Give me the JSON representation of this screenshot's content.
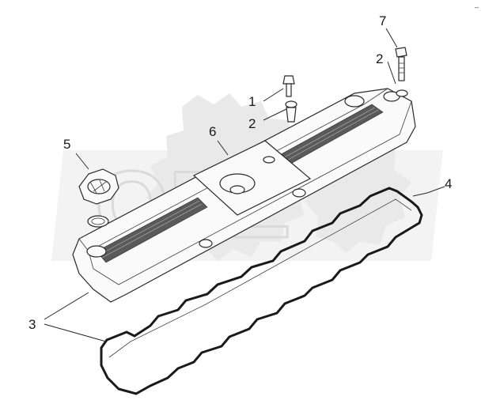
{
  "diagram": {
    "watermark_text": "OEZ",
    "corner_mark": "–",
    "callouts": [
      {
        "id": "c1",
        "label": "1"
      },
      {
        "id": "c2a",
        "label": "2"
      },
      {
        "id": "c2b",
        "label": "2"
      },
      {
        "id": "c3",
        "label": "3"
      },
      {
        "id": "c4",
        "label": "4"
      },
      {
        "id": "c5",
        "label": "5"
      },
      {
        "id": "c6",
        "label": "6"
      },
      {
        "id": "c7",
        "label": "7"
      }
    ],
    "parts": [
      {
        "number": "1",
        "icon": "bolt-icon"
      },
      {
        "number": "2",
        "icon": "washer-icon"
      },
      {
        "number": "3",
        "icon": "gasket-seal-icon"
      },
      {
        "number": "4",
        "icon": "gasket-icon"
      },
      {
        "number": "5",
        "icon": "oil-filler-cap-icon"
      },
      {
        "number": "6",
        "icon": "valve-cover-icon"
      },
      {
        "number": "7",
        "icon": "stud-bolt-icon"
      }
    ]
  }
}
